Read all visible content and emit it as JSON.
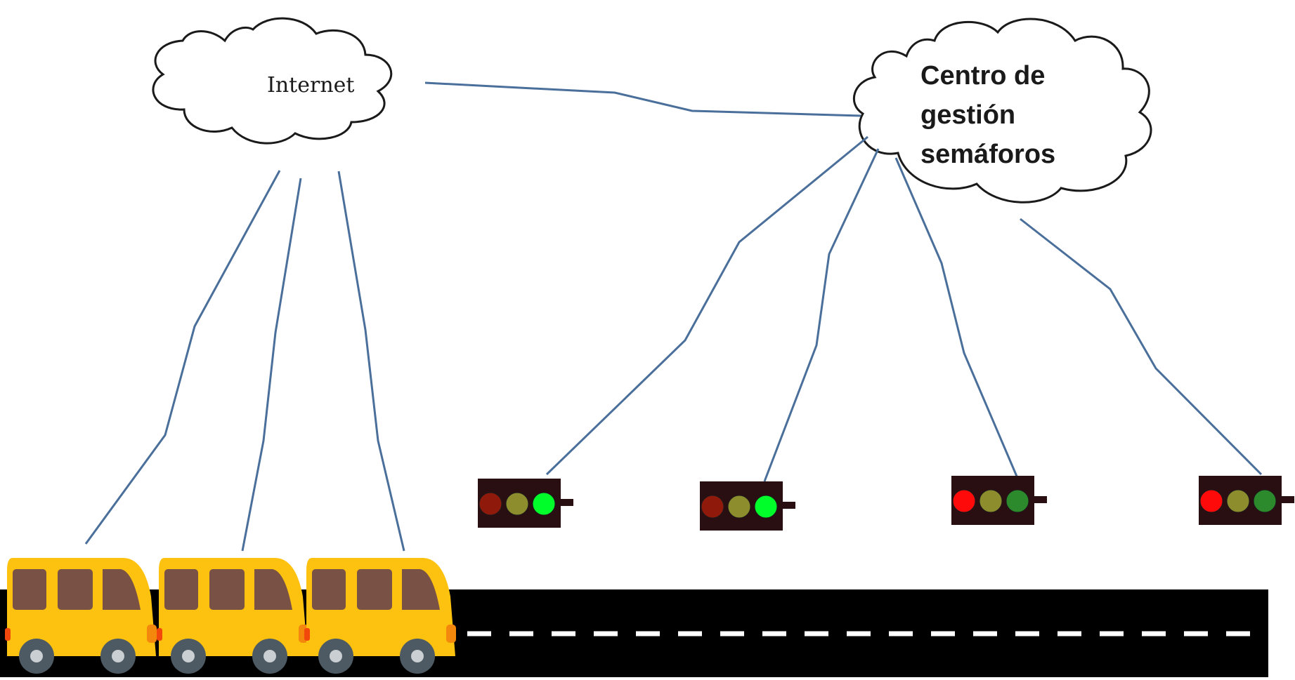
{
  "internet_cloud": {
    "label": "Internet"
  },
  "management_center": {
    "label_lines": [
      "Centro de",
      "gestión",
      "semáforos"
    ]
  },
  "buses": [
    {
      "id": 1
    },
    {
      "id": 2
    },
    {
      "id": 3
    }
  ],
  "traffic_lights": [
    {
      "lights": [
        "dim-red",
        "dim-yellow",
        "green"
      ]
    },
    {
      "lights": [
        "dim-red",
        "dim-yellow",
        "green"
      ]
    },
    {
      "lights": [
        "red",
        "dim-yellow",
        "dim-green"
      ]
    },
    {
      "lights": [
        "red",
        "dim-yellow",
        "dim-green"
      ]
    }
  ],
  "colors": {
    "link": "#4a6f9a",
    "bus_body": "#fdc20f",
    "bus_window": "#7a5245",
    "road": "#000000",
    "road_dash": "#ffffff",
    "light_housing": "#2a0f12",
    "red": "#ff0a0a",
    "dim_red": "#8f1a0c",
    "dim_yellow": "#8d8d2e",
    "green": "#00ff2a",
    "dim_green": "#2c8a2c"
  }
}
